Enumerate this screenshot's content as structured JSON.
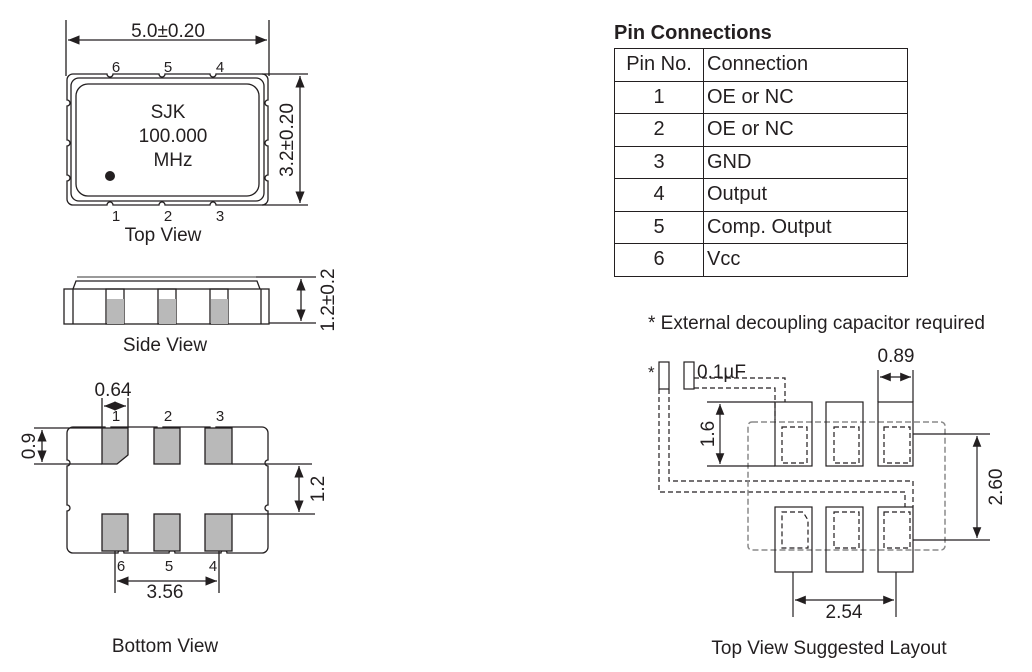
{
  "top_view": {
    "caption": "Top View",
    "width_dim": "5.0±0.20",
    "height_dim": "3.2±0.20",
    "marking": [
      "SJK",
      "100.000",
      "MHz"
    ],
    "pins_top": [
      "6",
      "5",
      "4"
    ],
    "pins_bottom": [
      "1",
      "2",
      "3"
    ]
  },
  "side_view": {
    "caption": "Side View",
    "height_dim": "1.2±0.2"
  },
  "bottom_view": {
    "caption": "Bottom View",
    "pad_width_dim": "0.64",
    "pad_height_dim": "0.9",
    "pad_gap_dim": "1.2",
    "pad_pitch_dim": "3.56",
    "pins_top": [
      "1",
      "2",
      "3"
    ],
    "pins_bottom": [
      "6",
      "5",
      "4"
    ]
  },
  "pin_connections": {
    "title": "Pin Connections",
    "headers": [
      "Pin No.",
      "Connection"
    ],
    "rows": [
      {
        "pin": "1",
        "connection": "OE or NC"
      },
      {
        "pin": "2",
        "connection": "OE or NC"
      },
      {
        "pin": "3",
        "connection": "GND"
      },
      {
        "pin": "4",
        "connection": "Output"
      },
      {
        "pin": "5",
        "connection": "Comp. Output"
      },
      {
        "pin": "6",
        "connection": "Vcc"
      }
    ]
  },
  "layout": {
    "note": "* External decoupling capacitor required",
    "asterisk": "*",
    "capacitor_label": "0.1µF",
    "pad_width_dim": "0.89",
    "pad_length_dim": "1.6",
    "row_spacing_dim": "2.60",
    "pitch_dim": "2.54",
    "caption": "Top View Suggested Layout"
  }
}
